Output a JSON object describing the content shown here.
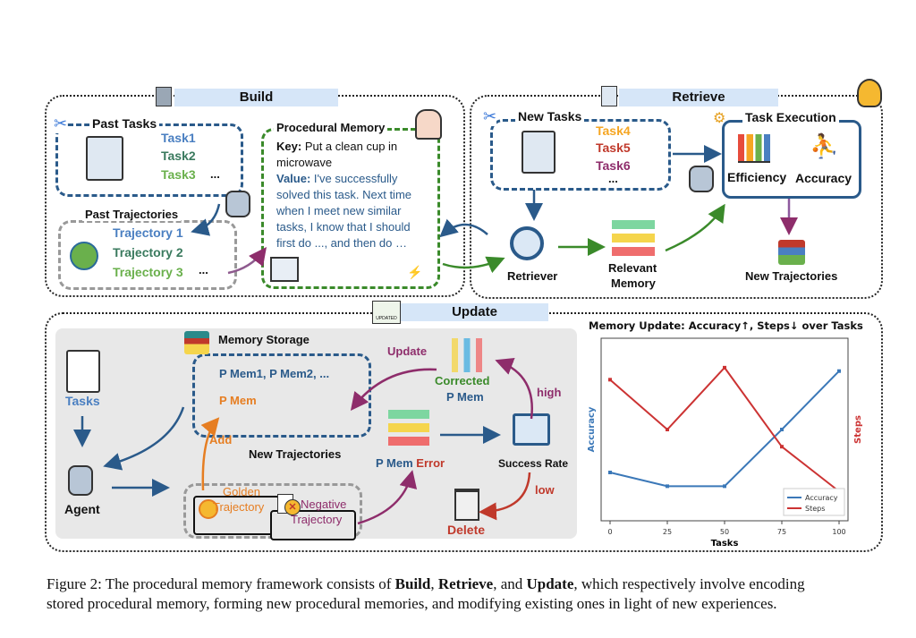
{
  "build": {
    "title": "Build",
    "past_tasks": {
      "title": "Past Tasks",
      "items": [
        "Task1",
        "Task2",
        "Task3"
      ],
      "more": "..."
    },
    "past_trajectories": {
      "title": "Past Trajectories",
      "items": [
        "Trajectory 1",
        "Trajectory 2",
        "Trajectory 3"
      ],
      "more": "..."
    },
    "procedural_memory": {
      "title": "Procedural Memory",
      "key_label": "Key:",
      "key_lines": [
        "Put a clean cup in",
        "microwave"
      ],
      "value_label": "Value:",
      "value_lines": [
        "I've successfully",
        "solved this task. Next time",
        "when I meet new similar",
        "tasks, I know that I should",
        "first do ..., and then do …"
      ]
    }
  },
  "retrieve": {
    "title": "Retrieve",
    "new_tasks": {
      "title": "New Tasks",
      "items": [
        "Task4",
        "Task5",
        "Task6"
      ],
      "more": "..."
    },
    "task_execution": {
      "title": "Task Execution",
      "efficiency": "Efficiency",
      "accuracy": "Accuracy"
    },
    "retriever": "Retriever",
    "relevant_memory": [
      "Relevant",
      "Memory"
    ],
    "new_trajectories": "New Trajectories"
  },
  "update": {
    "title": "Update",
    "icon_text": "UPDATED",
    "tasks": "Tasks",
    "agent": "Agent",
    "memory_storage": {
      "title": "Memory Storage",
      "items": "P Mem1, P Mem2, ...",
      "new_item": "P Mem"
    },
    "add": "Add",
    "new_trajectories": {
      "title": "New Trajectories",
      "golden": [
        "Golden",
        "Trajectory"
      ],
      "negative": [
        "Negative",
        "Trajectory"
      ]
    },
    "update_label": "Update",
    "corrected": [
      "Corrected",
      "P Mem"
    ],
    "high": "high",
    "low": "low",
    "p_mem_error": {
      "p_mem": "P Mem",
      "error": "Error"
    },
    "success_rate": "Success Rate",
    "delete": "Delete"
  },
  "colors": {
    "blue": "#4a7fc1",
    "dark_blue": "#2a5a8a",
    "teal": "#3a7a5e",
    "green": "#6ab04c",
    "orange": "#e67e22",
    "red": "#c0392b",
    "purple": "#8e2d6b",
    "label_bar": "#d6e6f8"
  },
  "chart_data": {
    "type": "line",
    "title": "Memory Update: Accuracy↑, Steps↓ over Tasks",
    "xlabel": "Tasks",
    "ylabel_left": "Accuracy",
    "ylabel_right": "Steps",
    "x": [
      0,
      25,
      50,
      75,
      100
    ],
    "xticks": [
      "0",
      "25",
      "50",
      "75",
      "100"
    ],
    "y_ticks_shown": false,
    "ylim": [
      0,
      1
    ],
    "series": [
      {
        "name": "Accuracy",
        "color": "#3b78b8",
        "values": [
          0.25,
          0.17,
          0.17,
          0.5,
          0.84
        ]
      },
      {
        "name": "Steps",
        "color": "#cc3333",
        "values": [
          0.79,
          0.5,
          0.86,
          0.4,
          0.14
        ]
      }
    ],
    "legend": "bottom-right",
    "grid": false
  },
  "caption": {
    "prefix": "Figure 2: The procedural memory framework consists of ",
    "b1": "Build",
    "sep1": ", ",
    "b2": "Retrieve",
    "sep2": ", and ",
    "b3": "Update",
    "rest1": ", which respectively involve encoding",
    "rest2": "stored procedural memory, forming new procedural memories, and modifying existing ones in light of new experiences."
  }
}
